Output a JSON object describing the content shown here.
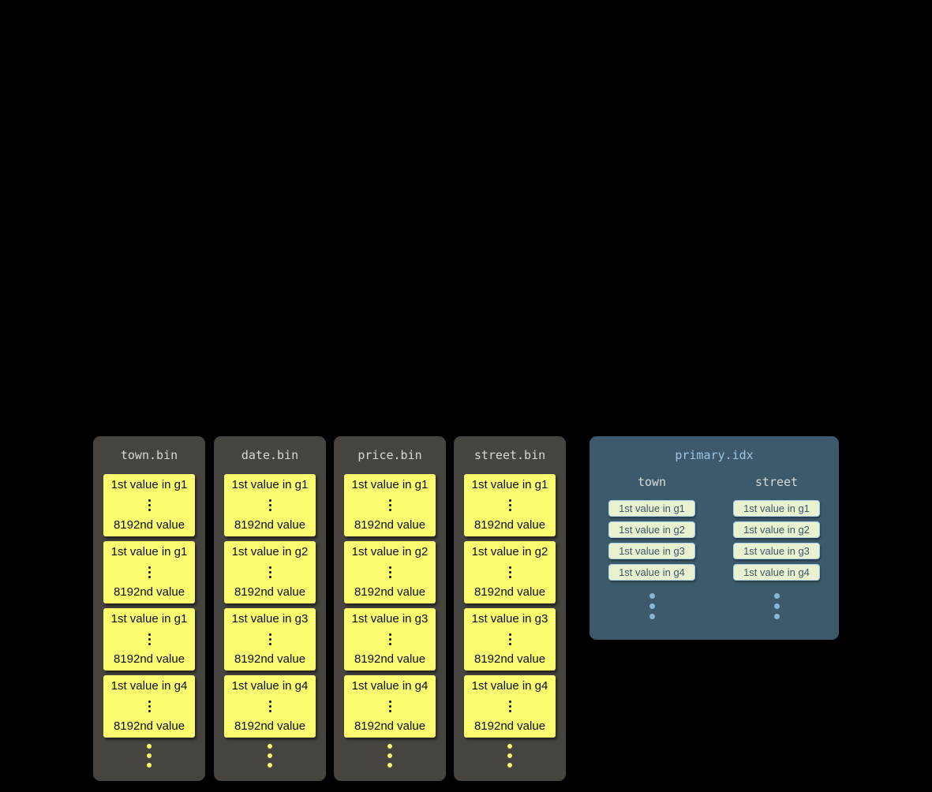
{
  "colors": {
    "background": "#000000",
    "bin_column_bg": "#47443f",
    "bin_title_text": "#d8d8d8",
    "granule_card_bg": "#fbfb70",
    "granule_card_text": "#0e0e0e",
    "index_panel_bg": "#3c5a6c",
    "index_title_text": "#9fc6e0",
    "index_header_text": "#d7dcd7",
    "index_pill_bg": "#e8f2d0",
    "index_pill_border": "#a9cfe3",
    "index_pill_text": "#3d5766",
    "more_dots_yellow": "#fbfb70",
    "more_dots_blue": "#8ab6d6"
  },
  "bin_columns": [
    {
      "title": "town.bin",
      "cards": [
        {
          "first": "1st value in g1",
          "last": "8192nd value"
        },
        {
          "first": "1st value in g1",
          "last": "8192nd value"
        },
        {
          "first": "1st value in g1",
          "last": "8192nd value"
        },
        {
          "first": "1st value in g4",
          "last": "8192nd value"
        }
      ]
    },
    {
      "title": "date.bin",
      "cards": [
        {
          "first": "1st value in g1",
          "last": "8192nd value"
        },
        {
          "first": "1st value in g2",
          "last": "8192nd value"
        },
        {
          "first": "1st value in g3",
          "last": "8192nd value"
        },
        {
          "first": "1st value in g4",
          "last": "8192nd value"
        }
      ]
    },
    {
      "title": "price.bin",
      "cards": [
        {
          "first": "1st value in g1",
          "last": "8192nd value"
        },
        {
          "first": "1st value in g2",
          "last": "8192nd value"
        },
        {
          "first": "1st value in g3",
          "last": "8192nd value"
        },
        {
          "first": "1st value in g4",
          "last": "8192nd value"
        }
      ]
    },
    {
      "title": "street.bin",
      "cards": [
        {
          "first": "1st value in g1",
          "last": "8192nd value"
        },
        {
          "first": "1st value in g2",
          "last": "8192nd value"
        },
        {
          "first": "1st value in g3",
          "last": "8192nd value"
        },
        {
          "first": "1st value in g4",
          "last": "8192nd value"
        }
      ]
    }
  ],
  "index_panel": {
    "title": "primary.idx",
    "columns": [
      {
        "header": "town",
        "pills": [
          "1st value in g1",
          "1st value in g2",
          "1st value in g3",
          "1st value in g4"
        ]
      },
      {
        "header": "street",
        "pills": [
          "1st value in g1",
          "1st value in g2",
          "1st value in g3",
          "1st value in g4"
        ]
      }
    ]
  }
}
